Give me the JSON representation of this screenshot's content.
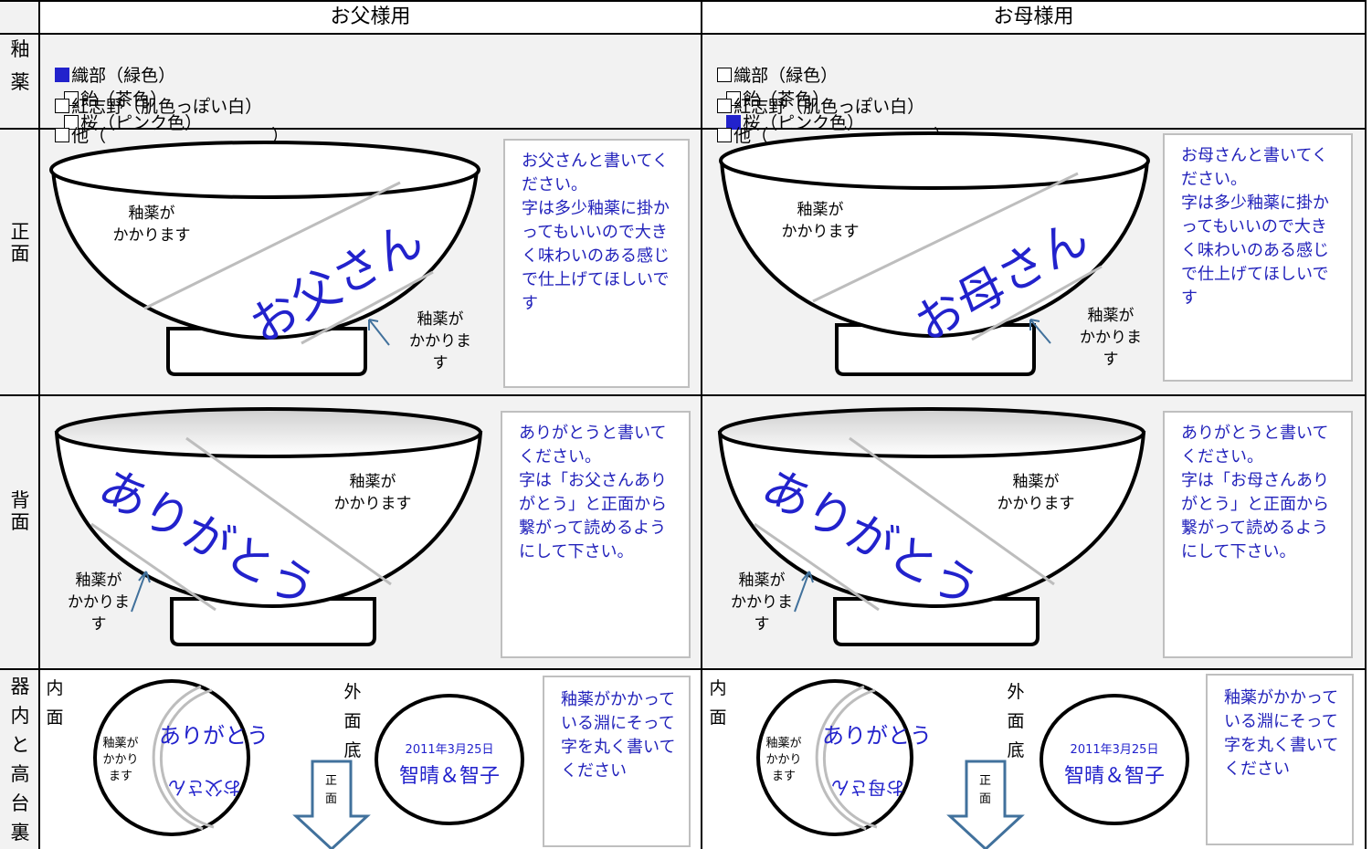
{
  "header": {
    "father": "お父様用",
    "mother": "お母様用"
  },
  "side_labels": {
    "glaze": [
      "釉",
      "薬"
    ],
    "front": [
      "正",
      "面"
    ],
    "back": [
      "背",
      "面"
    ],
    "inside": [
      "器",
      "内",
      "と",
      "高",
      "台",
      "裏"
    ]
  },
  "father": {
    "glaze_options": {
      "oribe": "織部（緑色）",
      "ame": "飴（茶色）",
      "sakura": "桜（ピンク色）",
      "beni": "紅志野（肌色っぽい白）",
      "other": "他（                              ）",
      "selected": "oribe"
    },
    "front": {
      "bowl_text": "お父さん",
      "glaze_label_1": "釉薬が\nかかります",
      "glaze_label_2": "釉薬が\nかかりま\nす",
      "note": "お父さんと書いてください。\n字は多少釉薬に掛かってもいいので大きく味わいのある感じで仕上げてほしいです"
    },
    "back": {
      "bowl_text": "ありがとう",
      "glaze_label_1": "釉薬が\nかかります",
      "glaze_label_2": "釉薬が\nかかりま\nす",
      "note": "ありがとうと書いてください。\n字は「お父さんありがとう」と正面から繋がって読めるようにして下さい。"
    },
    "inside": {
      "inner_label": "内\n面",
      "outer_label": "外\n面\n底",
      "glaze_label": "釉薬が\nかかり\nます",
      "ring_top": "ありがとう",
      "ring_bottom": "お父さん",
      "front_label": "正\n面",
      "date": "2011年3月25日",
      "names": "智晴＆智子",
      "note": "釉薬がかかっている淵にそって字を丸く書いてください"
    }
  },
  "mother": {
    "glaze_options": {
      "oribe": "織部（緑色）",
      "ame": "飴（茶色）",
      "sakura": "桜（ピンク色）",
      "beni": "紅志野（肌色っぽい白）",
      "other": "他（                              ）",
      "selected": "sakura"
    },
    "front": {
      "bowl_text": "お母さん",
      "glaze_label_1": "釉薬が\nかかります",
      "glaze_label_2": "釉薬が\nかかりま\nす",
      "note": "お母さんと書いてください。\n字は多少釉薬に掛かってもいいので大きく味わいのある感じで仕上げてほしいです"
    },
    "back": {
      "bowl_text": "ありがとう",
      "glaze_label_1": "釉薬が\nかかります",
      "glaze_label_2": "釉薬が\nかかりま\nす",
      "note": "ありがとうと書いてください。\n字は「お母さんありがとう」と正面から繋がって読めるようにして下さい。"
    },
    "inside": {
      "inner_label": "内\n面",
      "outer_label": "外\n面\n底",
      "glaze_label": "釉薬が\nかかり\nます",
      "ring_top": "ありがとう",
      "ring_bottom": "お母さん",
      "front_label": "正\n面",
      "date": "2011年3月25日",
      "names": "智晴＆智子",
      "note": "釉薬がかかっている淵にそって字を丸く書いてください"
    }
  },
  "colors": {
    "blue_text": "#2222cc",
    "note_text": "#2222bb",
    "panel_gray": "#f2f2f2",
    "arrow_blue": "#41719c"
  }
}
